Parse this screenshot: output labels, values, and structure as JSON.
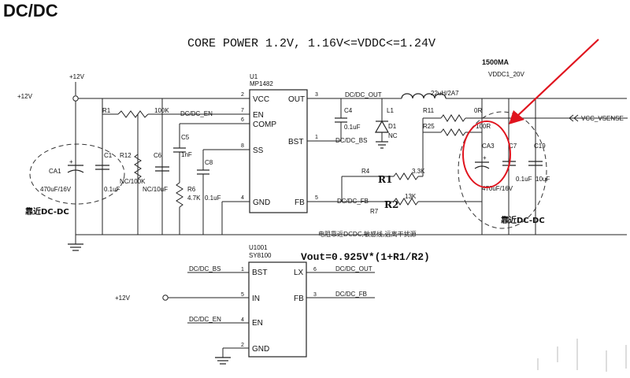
{
  "page_title": "DC/DC",
  "headline": "CORE POWER 1.2V, 1.16V<=VDDC<=1.24V",
  "current_note": "1500MA",
  "net_vddc": "VDDC1_20V",
  "supply_12v": "+12V",
  "net_vcc_vsense": "VCC_VSENSE",
  "u1": {
    "ref": "U1",
    "part": "MP1482",
    "pins": {
      "vcc": {
        "num": "2",
        "name": "VCC"
      },
      "en": {
        "num": "7",
        "name": "EN"
      },
      "comp": {
        "num": "6",
        "name": "COMP"
      },
      "ss": {
        "num": "8",
        "name": "SS"
      },
      "gnd": {
        "num": "4",
        "name": "GND"
      },
      "out": {
        "num": "3",
        "name": "OUT"
      },
      "bst": {
        "num": "1",
        "name": "BST"
      },
      "fb": {
        "num": "5",
        "name": "FB"
      }
    }
  },
  "u1001": {
    "ref": "U1001",
    "part": "SY8100",
    "pins": {
      "bst": {
        "num": "1",
        "name": "BST"
      },
      "in": {
        "num": "5",
        "name": "IN"
      },
      "en": {
        "num": "4",
        "name": "EN"
      },
      "gnd": {
        "num": "2",
        "name": "GND"
      },
      "lx": {
        "num": "6",
        "name": "LX"
      },
      "fb": {
        "num": "3",
        "name": "FB"
      }
    }
  },
  "nets": {
    "dcdc_en": "DC/DC_EN",
    "dcdc_out": "DC/DC_OUT",
    "dcdc_bs": "DC/DC_BS",
    "dcdc_fb": "DC/DC_FB"
  },
  "components": {
    "r1": {
      "ref": "R1",
      "value": "100K"
    },
    "c5": {
      "ref": "C5",
      "value": "1nF"
    },
    "c8": {
      "ref": "C8",
      "value": "0.1uF"
    },
    "r6": {
      "ref": "R6",
      "value": "4.7K"
    },
    "ca1": {
      "ref": "CA1",
      "value": "470uF/16V"
    },
    "c1": {
      "ref": "C1",
      "value": "0.1uF"
    },
    "r12": {
      "ref": "R12",
      "value": "NC/100K"
    },
    "c6": {
      "ref": "C6",
      "value": "NC/10uF"
    },
    "c4": {
      "ref": "C4",
      "value": "0.1uF"
    },
    "l1": {
      "ref": "L1",
      "value": "22uH/2A7"
    },
    "d1": {
      "ref": "D1",
      "value": "NC"
    },
    "r11": {
      "ref": "R11",
      "value": "0R"
    },
    "r25": {
      "ref": "R25",
      "value": "100R"
    },
    "r4": {
      "ref": "R4",
      "value": "3.3K"
    },
    "r7": {
      "ref": "R7",
      "value": "13K"
    },
    "ca3": {
      "ref": "CA3",
      "value": "470uF/16V"
    },
    "c7": {
      "ref": "C7",
      "value": "0.1uF"
    },
    "c19": {
      "ref": "C19",
      "value": "10uF"
    }
  },
  "annotations": {
    "hand_r1": "R1",
    "hand_r2": "R2",
    "near_dcdc_left": "靠近DC-DC",
    "near_dcdc_right": "靠近DC-DC",
    "routing_note": "电阻靠近DCDC,敏感线,远离干扰源",
    "formula": "Vout=0.925V*(1+R1/R2)"
  },
  "accent_red": "#e0141e"
}
